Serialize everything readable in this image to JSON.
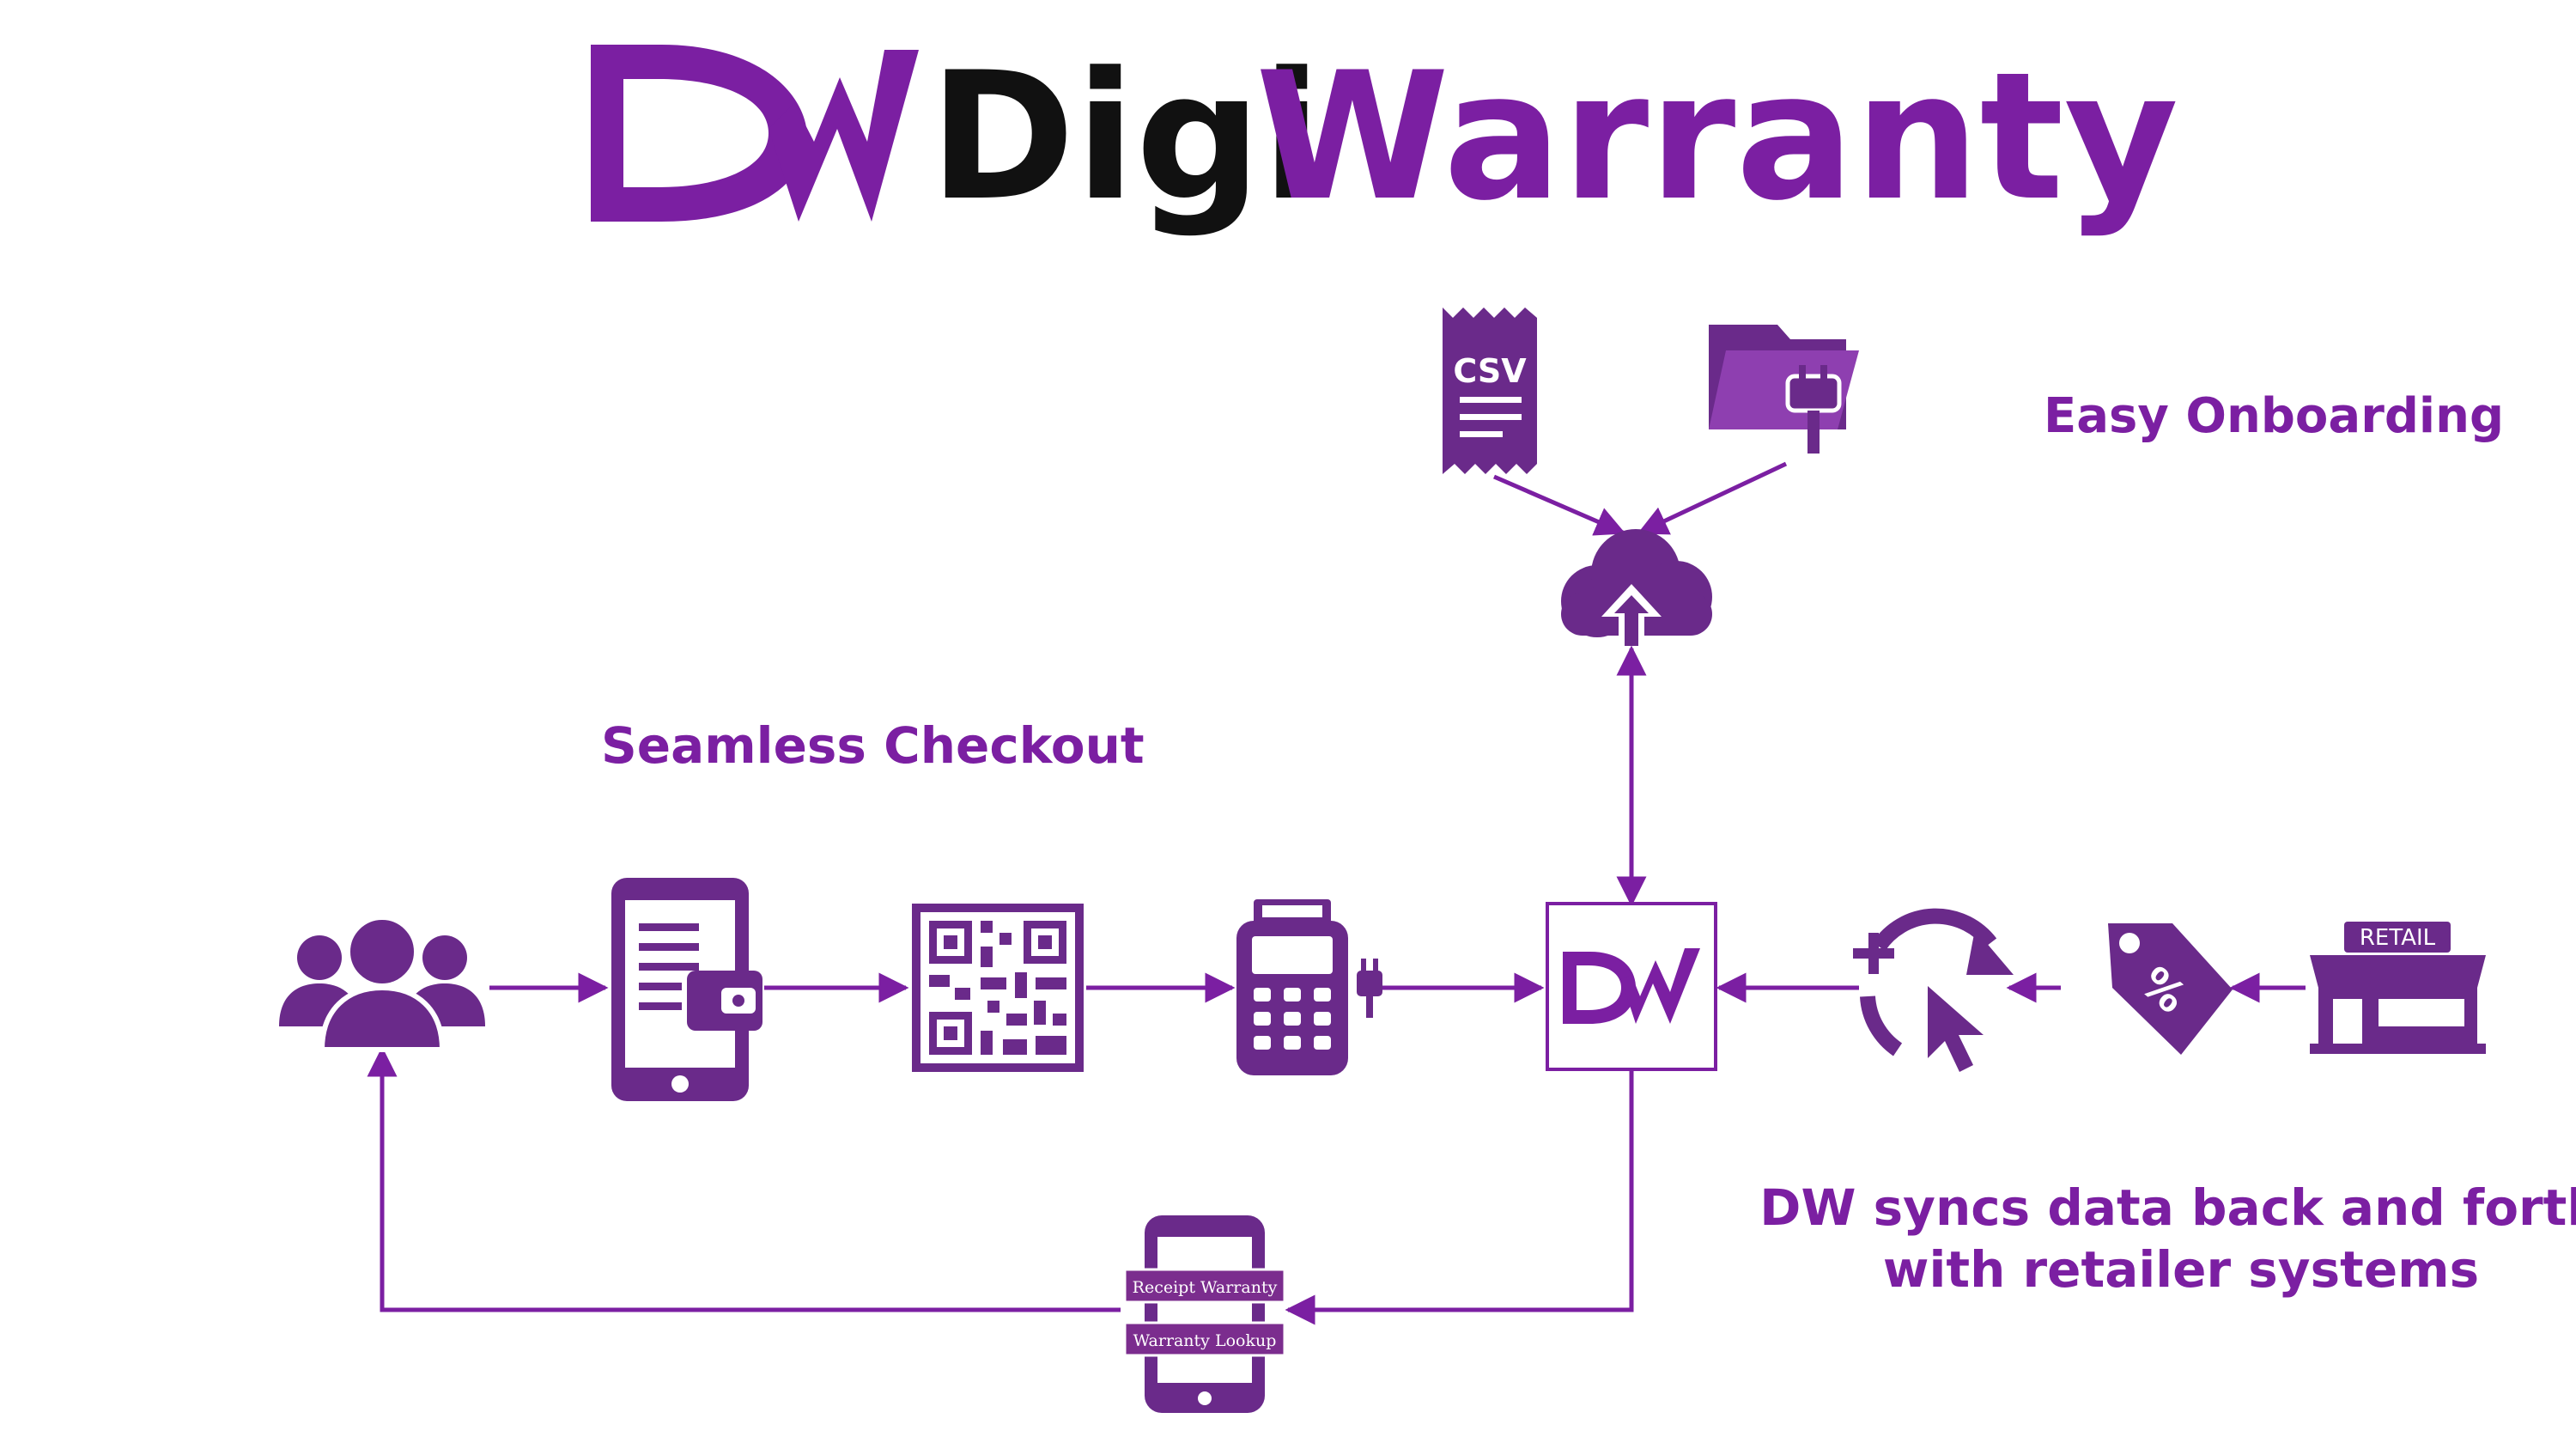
{
  "brand": {
    "logo_mark": "DW",
    "name_part1": "Digi",
    "name_part2": "Warranty",
    "color_primary": "#7b1fa2",
    "color_dark": "#111111"
  },
  "labels": {
    "easy_onboarding": "Easy Onboarding",
    "seamless_checkout": "Seamless Checkout",
    "dw_syncs": "DW syncs data back and forth with retailer systems"
  },
  "icons": {
    "csv_receipt": {
      "icon": "csv-receipt-icon",
      "text": "CSV"
    },
    "folder_plugin": {
      "icon": "folder-plug-icon"
    },
    "cloud_upload": {
      "icon": "cloud-upload-icon"
    },
    "customers": {
      "icon": "users-icon"
    },
    "tablet_wallet": {
      "icon": "tablet-wallet-icon"
    },
    "qr_code": {
      "icon": "qr-code-icon"
    },
    "pos_terminal": {
      "icon": "pos-terminal-icon"
    },
    "dw_hub": {
      "icon": "dw-logo-icon",
      "text": "DW"
    },
    "sync_cursor": {
      "icon": "sync-cursor-icon"
    },
    "discount_tag": {
      "icon": "discount-tag-icon",
      "text": "%"
    },
    "retail_store": {
      "icon": "retail-store-icon",
      "text": "RETAIL"
    },
    "phone_receipt": {
      "icon": "phone-receipt-icon",
      "button1": "Receipt Warranty",
      "button2": "Warranty Lookup"
    }
  }
}
